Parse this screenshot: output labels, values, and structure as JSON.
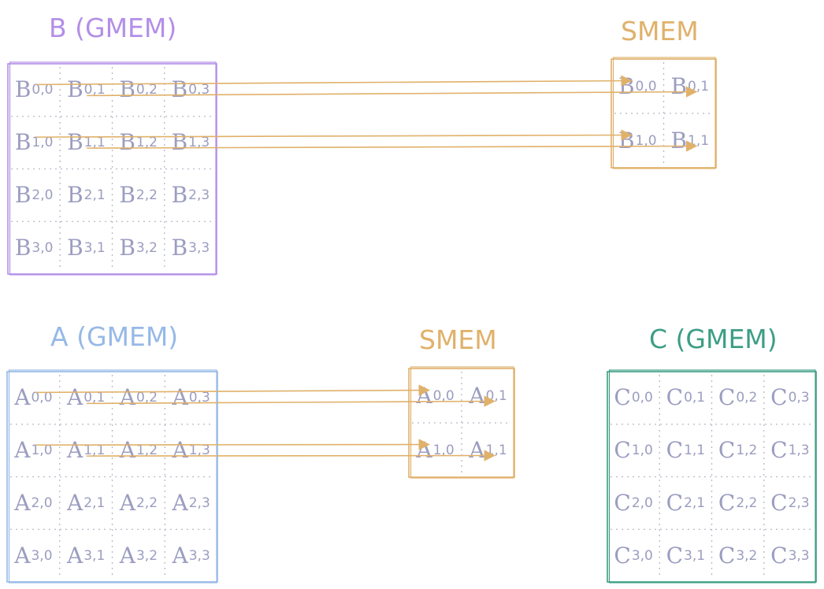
{
  "titles": {
    "b_gmem": "B (GMEM)",
    "b_smem": "SMEM",
    "a_gmem": "A (GMEM)",
    "a_smem": "SMEM",
    "c_gmem": "C (GMEM)"
  },
  "colors": {
    "b": "#b38fe8",
    "a": "#96b9e6",
    "c": "#3c9e84",
    "smem": "#e0b16a",
    "text": "#9b9dc0",
    "dots": "#b7b9c8"
  },
  "matrices": {
    "B": [
      [
        "B",
        "0,0"
      ],
      [
        "B",
        "0,1"
      ],
      [
        "B",
        "0,2"
      ],
      [
        "B",
        "0,3"
      ],
      [
        "B",
        "1,0"
      ],
      [
        "B",
        "1,1"
      ],
      [
        "B",
        "1,2"
      ],
      [
        "B",
        "1,3"
      ],
      [
        "B",
        "2,0"
      ],
      [
        "B",
        "2,1"
      ],
      [
        "B",
        "2,2"
      ],
      [
        "B",
        "2,3"
      ],
      [
        "B",
        "3,0"
      ],
      [
        "B",
        "3,1"
      ],
      [
        "B",
        "3,2"
      ],
      [
        "B",
        "3,3"
      ]
    ],
    "B_smem": [
      [
        "B",
        "0,0"
      ],
      [
        "B",
        "0,1"
      ],
      [
        "B",
        "1,0"
      ],
      [
        "B",
        "1,1"
      ]
    ],
    "A": [
      [
        "A",
        "0,0"
      ],
      [
        "A",
        "0,1"
      ],
      [
        "A",
        "0,2"
      ],
      [
        "A",
        "0,3"
      ],
      [
        "A",
        "1,0"
      ],
      [
        "A",
        "1,1"
      ],
      [
        "A",
        "1,2"
      ],
      [
        "A",
        "1,3"
      ],
      [
        "A",
        "2,0"
      ],
      [
        "A",
        "2,1"
      ],
      [
        "A",
        "2,2"
      ],
      [
        "A",
        "2,3"
      ],
      [
        "A",
        "3,0"
      ],
      [
        "A",
        "3,1"
      ],
      [
        "A",
        "3,2"
      ],
      [
        "A",
        "3,3"
      ]
    ],
    "A_smem": [
      [
        "A",
        "0,0"
      ],
      [
        "A",
        "0,1"
      ],
      [
        "A",
        "1,0"
      ],
      [
        "A",
        "1,1"
      ]
    ],
    "C": [
      [
        "C",
        "0,0"
      ],
      [
        "C",
        "0,1"
      ],
      [
        "C",
        "0,2"
      ],
      [
        "C",
        "0,3"
      ],
      [
        "C",
        "1,0"
      ],
      [
        "C",
        "1,1"
      ],
      [
        "C",
        "1,2"
      ],
      [
        "C",
        "1,3"
      ],
      [
        "C",
        "2,0"
      ],
      [
        "C",
        "2,1"
      ],
      [
        "C",
        "2,2"
      ],
      [
        "C",
        "2,3"
      ],
      [
        "C",
        "3,0"
      ],
      [
        "C",
        "3,1"
      ],
      [
        "C",
        "3,2"
      ],
      [
        "C",
        "3,3"
      ]
    ]
  }
}
